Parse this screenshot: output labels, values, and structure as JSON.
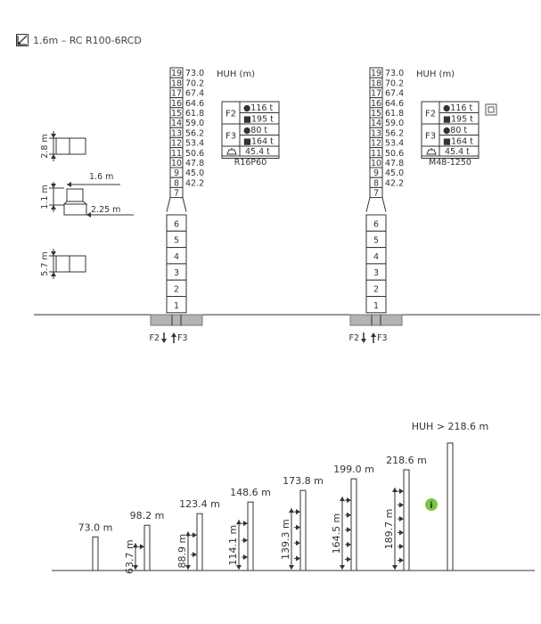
{
  "header": {
    "title": "1.6m – RC R100-6RCD",
    "icon": "tower-crane-icon"
  },
  "masts": [
    {
      "id": "left",
      "huh_label": "HUH (m)",
      "upper_sections": [
        {
          "num": "19",
          "height": "73.0"
        },
        {
          "num": "18",
          "height": "70.2"
        },
        {
          "num": "17",
          "height": "67.4"
        },
        {
          "num": "16",
          "height": "64.6"
        },
        {
          "num": "15",
          "height": "61.8"
        },
        {
          "num": "14",
          "height": "59.0"
        },
        {
          "num": "13",
          "height": "56.2"
        },
        {
          "num": "12",
          "height": "53.4"
        },
        {
          "num": "11",
          "height": "50.6"
        },
        {
          "num": "10",
          "height": "47.8"
        },
        {
          "num": "9",
          "height": "45.0"
        },
        {
          "num": "8",
          "height": "42.2"
        },
        {
          "num": "7",
          "height": ""
        }
      ],
      "lower_sections": [
        "6",
        "5",
        "4",
        "3",
        "2",
        "1"
      ],
      "loads": {
        "f2_label": "F2",
        "f2_vals": [
          "●116 t",
          "■195 t"
        ],
        "f3_label": "F3",
        "f3_vals": [
          "●80 t",
          "■164 t"
        ],
        "weight_val": "45.4 t",
        "model": "R16P60"
      },
      "forces": {
        "f2": "F2",
        "f3": "F3"
      }
    },
    {
      "id": "right",
      "huh_label": "HUH (m)",
      "upper_sections": [
        {
          "num": "19",
          "height": "73.0"
        },
        {
          "num": "18",
          "height": "70.2"
        },
        {
          "num": "17",
          "height": "67.4"
        },
        {
          "num": "16",
          "height": "64.6"
        },
        {
          "num": "15",
          "height": "61.8"
        },
        {
          "num": "14",
          "height": "59.0"
        },
        {
          "num": "13",
          "height": "56.2"
        },
        {
          "num": "12",
          "height": "53.4"
        },
        {
          "num": "11",
          "height": "50.6"
        },
        {
          "num": "10",
          "height": "47.8"
        },
        {
          "num": "9",
          "height": "45.0"
        },
        {
          "num": "8",
          "height": "42.2"
        },
        {
          "num": "7",
          "height": ""
        }
      ],
      "lower_sections": [
        "6",
        "5",
        "4",
        "3",
        "2",
        "1"
      ],
      "loads": {
        "f2_label": "F2",
        "f2_vals": [
          "●116 t",
          "■195 t"
        ],
        "f3_label": "F3",
        "f3_vals": [
          "●80 t",
          "■164 t"
        ],
        "weight_val": "45.4 t",
        "model": "M48-1250"
      },
      "forces": {
        "f2": "F2",
        "f3": "F3"
      }
    }
  ],
  "legend": {
    "sections": [
      {
        "height": "2.8 m"
      },
      {
        "height": "1.1 m",
        "top_width": "1.6 m",
        "bottom_width": "2.25 m"
      },
      {
        "height": "5.7 m"
      }
    ]
  },
  "tie_chart": {
    "huh_top": "HUH > 218.6 m",
    "columns": [
      {
        "height": "73.0 m",
        "tie": ""
      },
      {
        "height": "98.2 m",
        "tie": "63.7 m"
      },
      {
        "height": "123.4 m",
        "tie": "88.9 m"
      },
      {
        "height": "148.6 m",
        "tie": "114.1 m"
      },
      {
        "height": "173.8 m",
        "tie": "139.3 m"
      },
      {
        "height": "199.0 m",
        "tie": "164.5 m"
      },
      {
        "height": "218.6 m",
        "tie": "189.7 m"
      }
    ],
    "info_color": "#7dc242"
  }
}
